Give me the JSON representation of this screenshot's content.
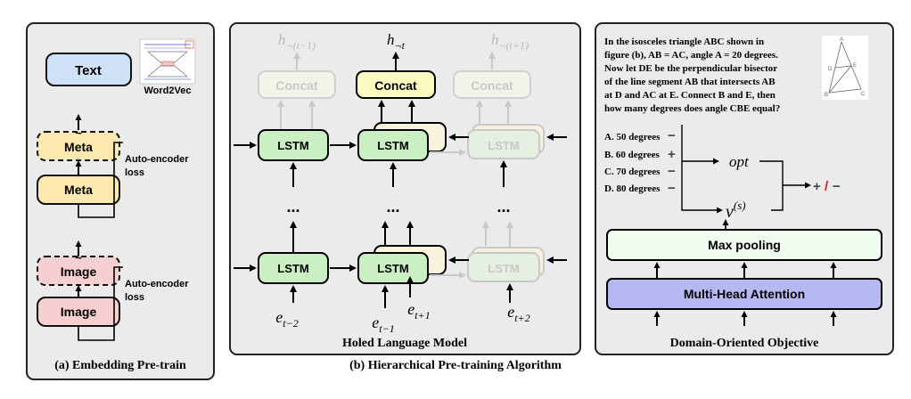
{
  "panel_a": {
    "caption": "(a) Embedding Pre-train",
    "text_node": "Text",
    "word2vec_label": "Word2Vec",
    "meta_recon": "Meta",
    "meta_node": "Meta",
    "meta_loss_line1": "Auto-encoder",
    "meta_loss_line2": "loss",
    "image_recon": "Image",
    "image_node": "Image",
    "image_loss_line1": "Auto-encoder",
    "image_loss_line2": "loss",
    "tilde": "~"
  },
  "panel_b": {
    "subtitle": "Holed Language Model",
    "caption": "(b) Hierarchical Pre-training Algorithm",
    "concat_label": "Concat",
    "lstm_label": "LSTM",
    "ellipsis": "...",
    "h_left": {
      "base": "h",
      "sub": "¬(t−1)"
    },
    "h_center": {
      "base": "h",
      "sub": "¬t"
    },
    "h_right": {
      "base": "h",
      "sub": "¬(t+1)"
    },
    "e_left": {
      "base": "e",
      "sub": "t−2"
    },
    "e_center_low": {
      "base": "e",
      "sub": "t−1"
    },
    "e_center_high": {
      "base": "e",
      "sub": "t+1"
    },
    "e_right": {
      "base": "e",
      "sub": "t+2"
    }
  },
  "panel_c": {
    "subtitle": "Domain-Oriented Objective",
    "question_lines": [
      "In the isosceles triangle ABC shown in",
      "figure (b), AB = AC, angle A = 20 degrees.",
      "Now let DE be the perpendicular bisector",
      "of the line segment AB that intersects AB",
      "at D and AC at E. Connect B and E, then",
      "how many degrees does angle CBE equal?"
    ],
    "options": [
      {
        "text": "A. 50 degrees",
        "sign": "−"
      },
      {
        "text": "B. 60 degrees",
        "sign": "+"
      },
      {
        "text": "C. 70 degrees",
        "sign": "−"
      },
      {
        "text": "D. 80 degrees",
        "sign": "−"
      }
    ],
    "opt_label": "opt",
    "v_label": {
      "base": "v",
      "sup": "(s)"
    },
    "result_plus": "+",
    "result_slash": "/",
    "result_minus": "−",
    "maxpool_label": "Max pooling",
    "mha_label": "Multi-Head Attention",
    "triangle_labels": [
      "A",
      "D",
      "E",
      "B",
      "C"
    ]
  },
  "colors": {
    "panel_bg": "#ebebeb",
    "text_blue": "#cfe2f7",
    "meta_yellow": "#fde9b0",
    "image_pink": "#f7cfd1",
    "concat_yellow": "#fdfbc2",
    "lstm_green": "#c9efc3",
    "maxpool_green": "#effcef",
    "mha_purple": "#b6b8f1",
    "result_red": "#c0282c"
  }
}
